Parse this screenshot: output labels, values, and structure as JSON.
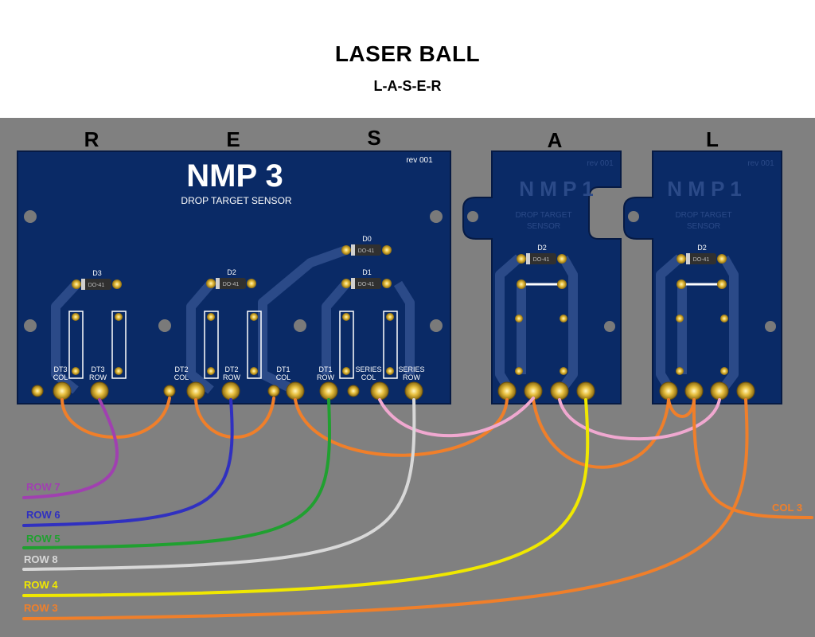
{
  "header": {
    "title": "LASER BALL",
    "subtitle": "L-A-S-E-R"
  },
  "letters": [
    "R",
    "E",
    "S",
    "A",
    "L"
  ],
  "nmp3": {
    "title": "NMP 3",
    "subtitle": "DROP TARGET SENSOR",
    "rev": "rev 001",
    "diodes": [
      "D3",
      "D2",
      "D0",
      "D1"
    ],
    "diode_package": "DO-41",
    "labels": {
      "dt3_col": [
        "DT3",
        "COL"
      ],
      "dt3_row": [
        "DT3",
        "ROW"
      ],
      "dt2_col": [
        "DT2",
        "COL"
      ],
      "dt2_row": [
        "DT2",
        "ROW"
      ],
      "dt1_col": [
        "DT1",
        "COL"
      ],
      "dt1_row": [
        "DT1",
        "ROW"
      ],
      "series_col": [
        "SERIES",
        "COL"
      ],
      "series_row": [
        "SERIES",
        "ROW"
      ]
    }
  },
  "nmp1": {
    "title": "N M P 1",
    "subtitle": [
      "DROP TARGET",
      "SENSOR"
    ],
    "rev": "rev 001",
    "diode": "D2",
    "diode_package": "DO-41"
  },
  "wires": {
    "row7": "ROW 7",
    "row6": "ROW 6",
    "row5": "ROW 5",
    "row8": "ROW 8",
    "row4": "ROW 4",
    "row3": "ROW 3",
    "col3": "COL 3"
  },
  "colors": {
    "board": "#0a2a66",
    "background": "#808080",
    "orange": "#f07f2a",
    "purple": "#a040b0",
    "blue": "#3030c0",
    "green": "#20a030",
    "white_wire": "#d8d8d8",
    "yellow": "#f0e800",
    "pink": "#f0a8d0"
  }
}
